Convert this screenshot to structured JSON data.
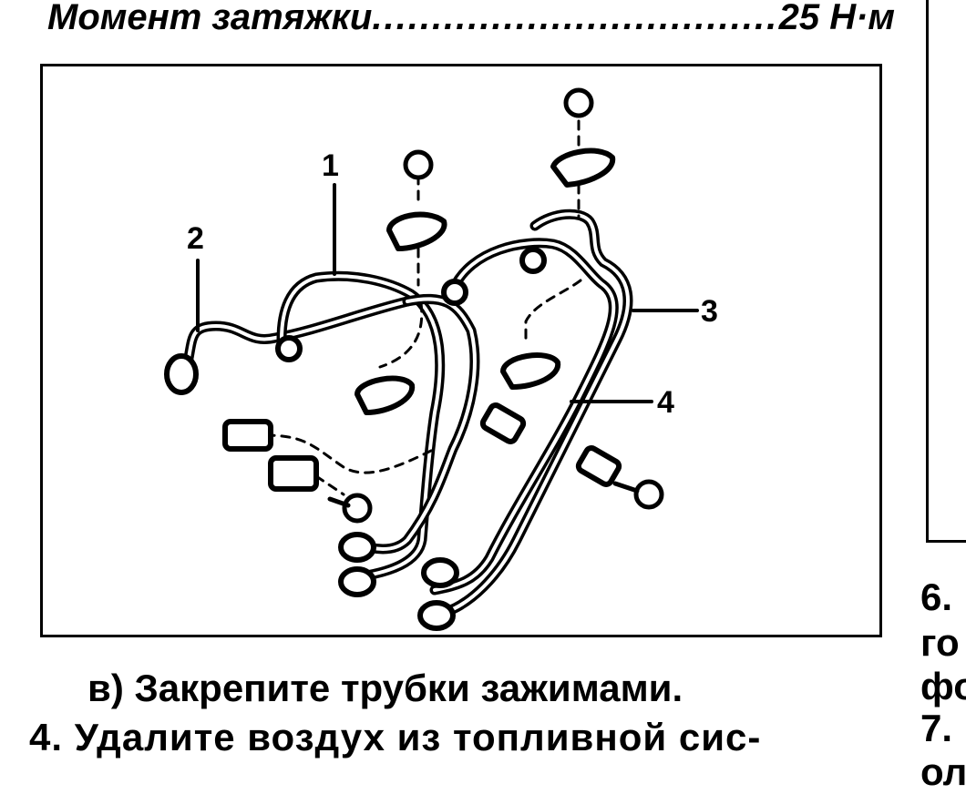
{
  "header": {
    "label": "Момент затяжки",
    "dots": "............................................",
    "value": "25 Н·м"
  },
  "figure": {
    "callouts": [
      "1",
      "2",
      "3",
      "4"
    ]
  },
  "caption": "в) Закрепите трубки зажимами.",
  "step4": "4. Удалите воздух из топливной сис-",
  "right_column": {
    "lines": [
      "6.",
      "го",
      "фо",
      "7.",
      "ол"
    ]
  }
}
